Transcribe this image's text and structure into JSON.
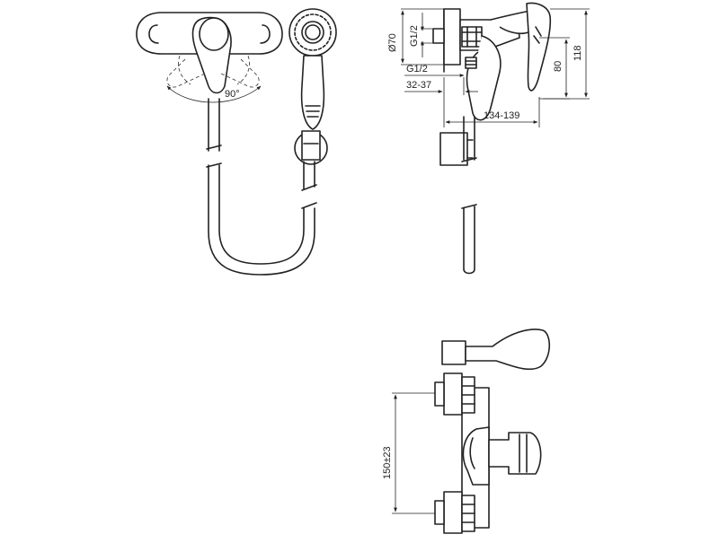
{
  "drawing": {
    "top_left_view": {
      "angle_label": "90°"
    },
    "side_view": {
      "dim_diameter": "Ø70",
      "dim_thread_top": "G1/2",
      "dim_thread_bottom": "G1/2",
      "dim_offset": "32-37",
      "dim_projection": "134-139",
      "dim_height_short": "80",
      "dim_height_tall": "118"
    },
    "bottom_view": {
      "dim_centers": "150±23"
    }
  }
}
